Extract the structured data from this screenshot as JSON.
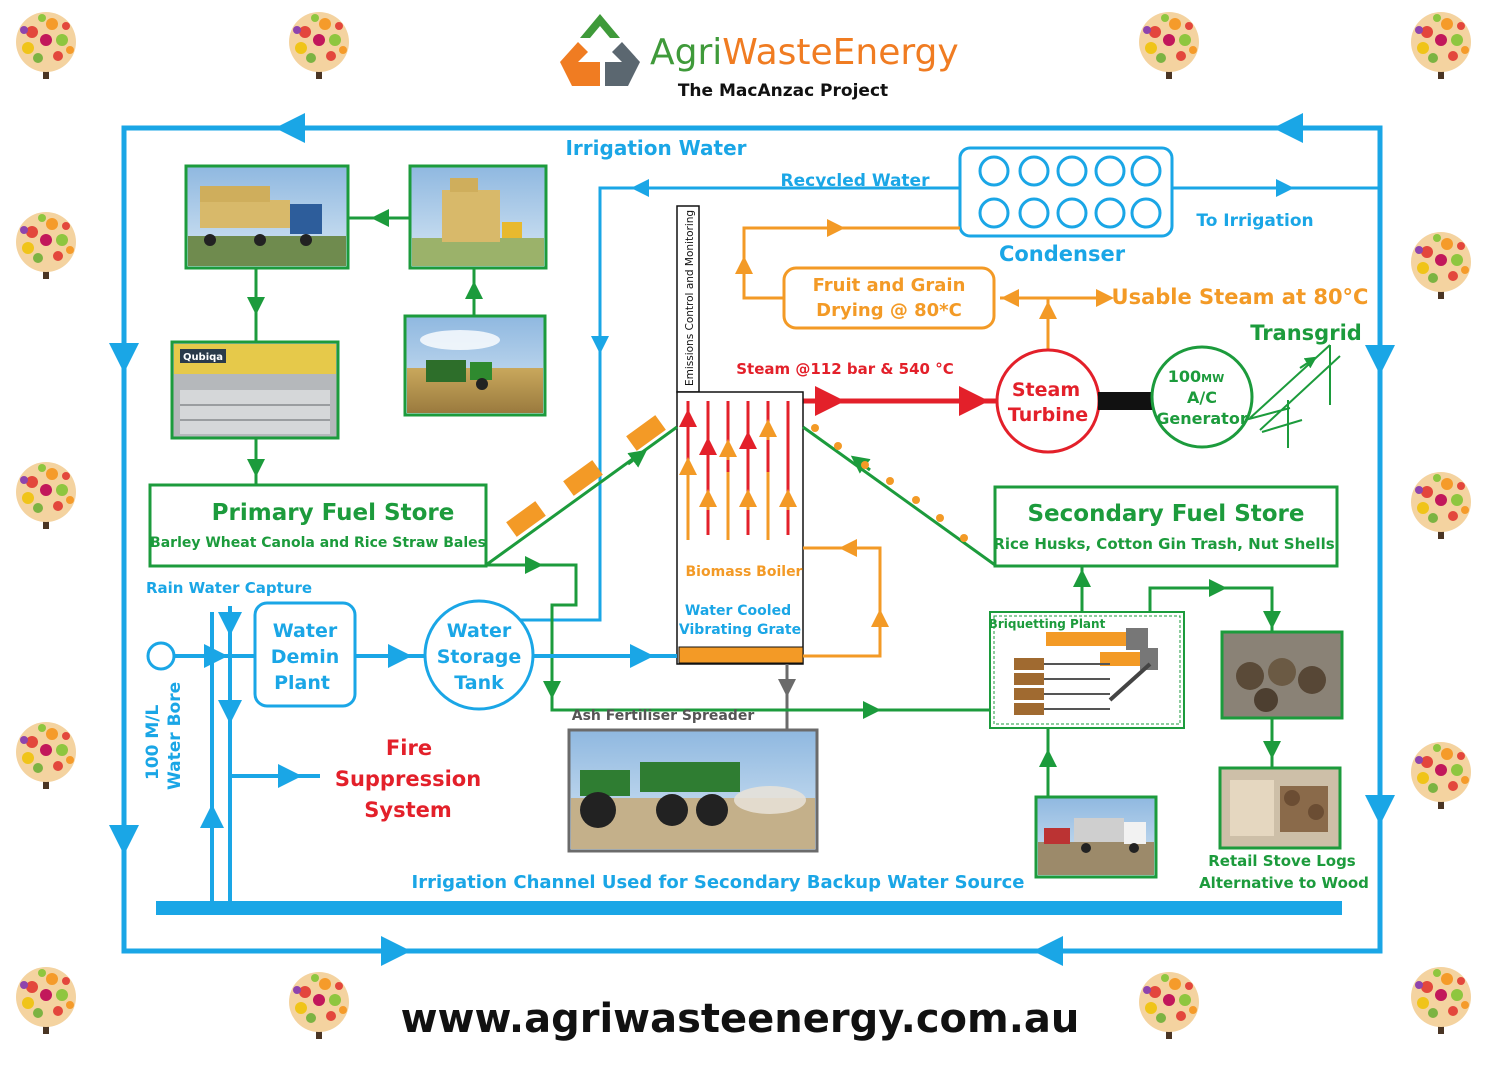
{
  "header": {
    "brand_part1": "Agri",
    "brand_part2": "WasteEnergy",
    "subtitle": "The MacAnzac Project"
  },
  "footer": {
    "url": "www.agriwasteenergy.com.au"
  },
  "labels": {
    "irrigation_water": "Irrigation Water",
    "recycled_water": "Recycled Water",
    "to_irrigation": "To Irrigation",
    "condenser": "Condenser",
    "fruit_grain_line1": "Fruit and Grain",
    "fruit_grain_line2": "Drying @ 80*C",
    "usable_steam": "Usable Steam at 80°C",
    "transgrid": "Transgrid",
    "steam_spec": "Steam @112 bar & 540 °C",
    "emissions": "Emissions Control and Monitoring",
    "steam_turbine_line1": "Steam",
    "steam_turbine_line2": "Turbine",
    "generator_line1": "100",
    "generator_unit": "MW",
    "generator_line2": "A/C",
    "generator_line3": "Generator",
    "primary_store_title": "Primary Fuel Store",
    "primary_store_sub": "Barley Wheat Canola and Rice Straw Bales",
    "secondary_store_title": "Secondary Fuel Store",
    "secondary_store_sub": "Rice Husks, Cotton Gin Trash, Nut Shells",
    "biomass_boiler": "Biomass Boiler",
    "grate_line1": "Water Cooled",
    "grate_line2": "Vibrating Grate",
    "rain_water": "Rain Water Capture",
    "demin_line1": "Water",
    "demin_line2": "Demin",
    "demin_line3": "Plant",
    "storage_line1": "Water",
    "storage_line2": "Storage",
    "storage_line3": "Tank",
    "bore_line1": "100 M/L",
    "bore_line2": "Water Bore",
    "fire_line1": "Fire",
    "fire_line2": "Suppression",
    "fire_line3": "System",
    "ash_spreader": "Ash Fertiliser Spreader",
    "briquetting": "Briquetting Plant",
    "retail_line1": "Retail Stove Logs",
    "retail_line2": "Alternative to Wood",
    "irrigation_channel": "Irrigation Channel Used for Secondary Backup Water Source"
  },
  "colors": {
    "water": "#1aa6e6",
    "fuel": "#1c9b3c",
    "steam": "#f39a26",
    "hot_steam": "#e3202a",
    "ash": "#6b6b6b",
    "brand_green": "#3f9a3a",
    "brand_orange": "#f07c22",
    "brand_grey": "#5b6770"
  }
}
